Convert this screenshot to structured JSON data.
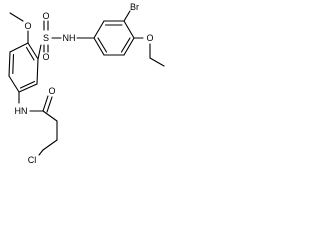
{
  "structure": {
    "atoms": {
      "br": "Br",
      "ethoxy_o": "O",
      "sulfonamide_nh": "NH",
      "sulfonyl_s": "S",
      "sulfonyl_o1": "O",
      "sulfonyl_o2": "O",
      "methoxy_o": "O",
      "amide_nh": "HN",
      "carbonyl_o": "O",
      "cl": "Cl"
    }
  }
}
